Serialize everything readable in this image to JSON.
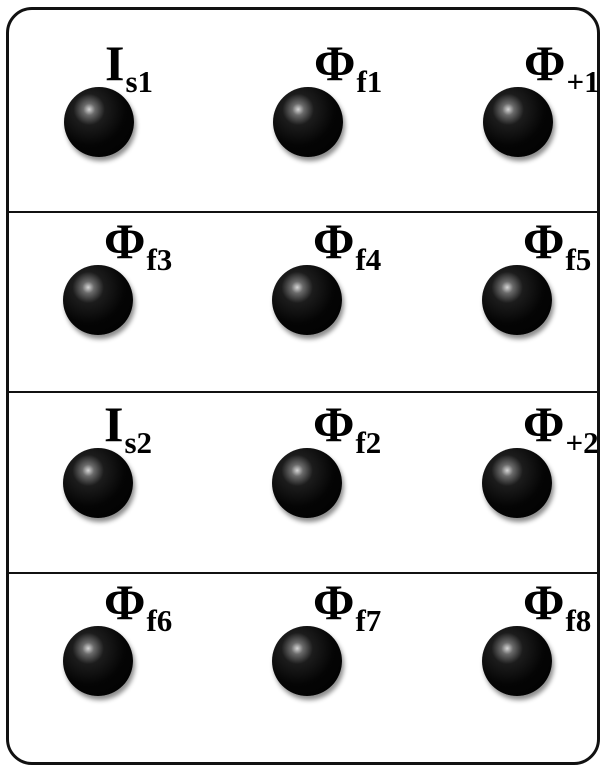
{
  "colors": {
    "frame": "#111111",
    "pin": "#000000",
    "background": "#ffffff"
  },
  "rows": [
    {
      "pins": [
        {
          "symbol": "I",
          "subscript": "s1"
        },
        {
          "symbol": "Φ",
          "subscript": "f1"
        },
        {
          "symbol": "Φ",
          "subscript": "+1"
        }
      ]
    },
    {
      "pins": [
        {
          "symbol": "Φ",
          "subscript": "f3"
        },
        {
          "symbol": "Φ",
          "subscript": "f4"
        },
        {
          "symbol": "Φ",
          "subscript": "f5"
        }
      ]
    },
    {
      "pins": [
        {
          "symbol": "I",
          "subscript": "s2"
        },
        {
          "symbol": "Φ",
          "subscript": "f2"
        },
        {
          "symbol": "Φ",
          "subscript": "+2"
        }
      ]
    },
    {
      "pins": [
        {
          "symbol": "Φ",
          "subscript": "f6"
        },
        {
          "symbol": "Φ",
          "subscript": "f7"
        },
        {
          "symbol": "Φ",
          "subscript": "f8"
        }
      ]
    }
  ]
}
